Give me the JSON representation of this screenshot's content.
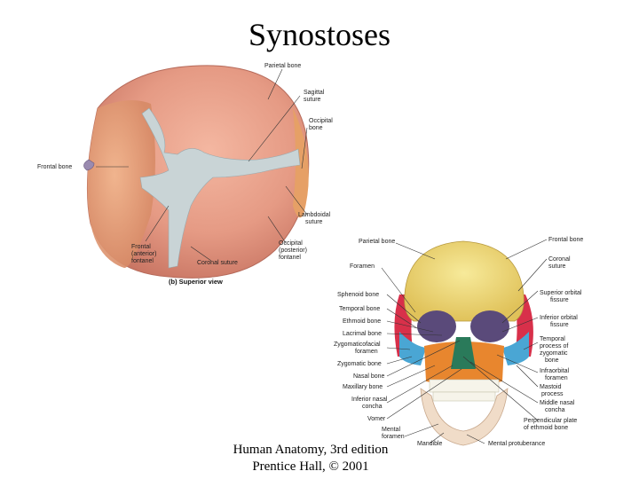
{
  "title": "Synostoses",
  "superior_view": {
    "caption": "(b) Superior view",
    "labels": {
      "parietal_bone": "Parietal bone",
      "sagittal_suture": [
        "Sagittal",
        "suture"
      ],
      "occipital_bone": [
        "Occipital",
        "bone"
      ],
      "frontal_bone": "Frontal bone",
      "lambdoidal_suture": [
        "Lambdoidal",
        "suture"
      ],
      "occipital_fontanel": [
        "Occipital",
        "(posterior)",
        "fontanel"
      ],
      "frontal_fontanel": [
        "Frontal",
        "(anterior)",
        "fontanel"
      ],
      "coronal_suture": "Coronal suture"
    }
  },
  "anterior_view": {
    "left_labels": [
      "Parietal bone",
      "Foramen",
      "Sphenoid bone",
      "Temporal bone",
      "Ethmoid bone",
      "Lacrimal bone",
      "Zygomaticofacial",
      "foramen",
      "Zygomatic bone",
      "Nasal bone",
      "Maxillary bone",
      "Inferior nasal",
      "concha",
      "Vomer",
      "Mental",
      "foramen",
      "Mandible"
    ],
    "right_labels": [
      "Frontal bone",
      "Coronal",
      "suture",
      "Superior orbital",
      "fissure",
      "Inferior orbital",
      "fissure",
      "Temporal",
      "process of",
      "zygomatic",
      "bone",
      "Infraorbital",
      "foramen",
      "Mastoid",
      "process",
      "Middle nasal",
      "concha",
      "Perpendicular plate",
      "of ethmoid bone",
      "Mental protuberance"
    ]
  },
  "footer": {
    "line1": "Human Anatomy, 3rd edition",
    "line2": "Prentice Hall, © 2001"
  }
}
